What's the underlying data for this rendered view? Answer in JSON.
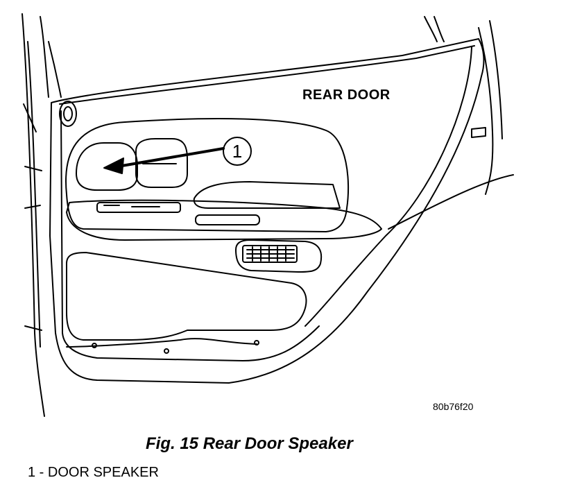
{
  "diagram": {
    "label": "REAR DOOR",
    "callout_number": "1",
    "figure_code": "80b76f20"
  },
  "caption": "Fig. 15 Rear Door Speaker",
  "legend": [
    "1 - DOOR SPEAKER"
  ]
}
